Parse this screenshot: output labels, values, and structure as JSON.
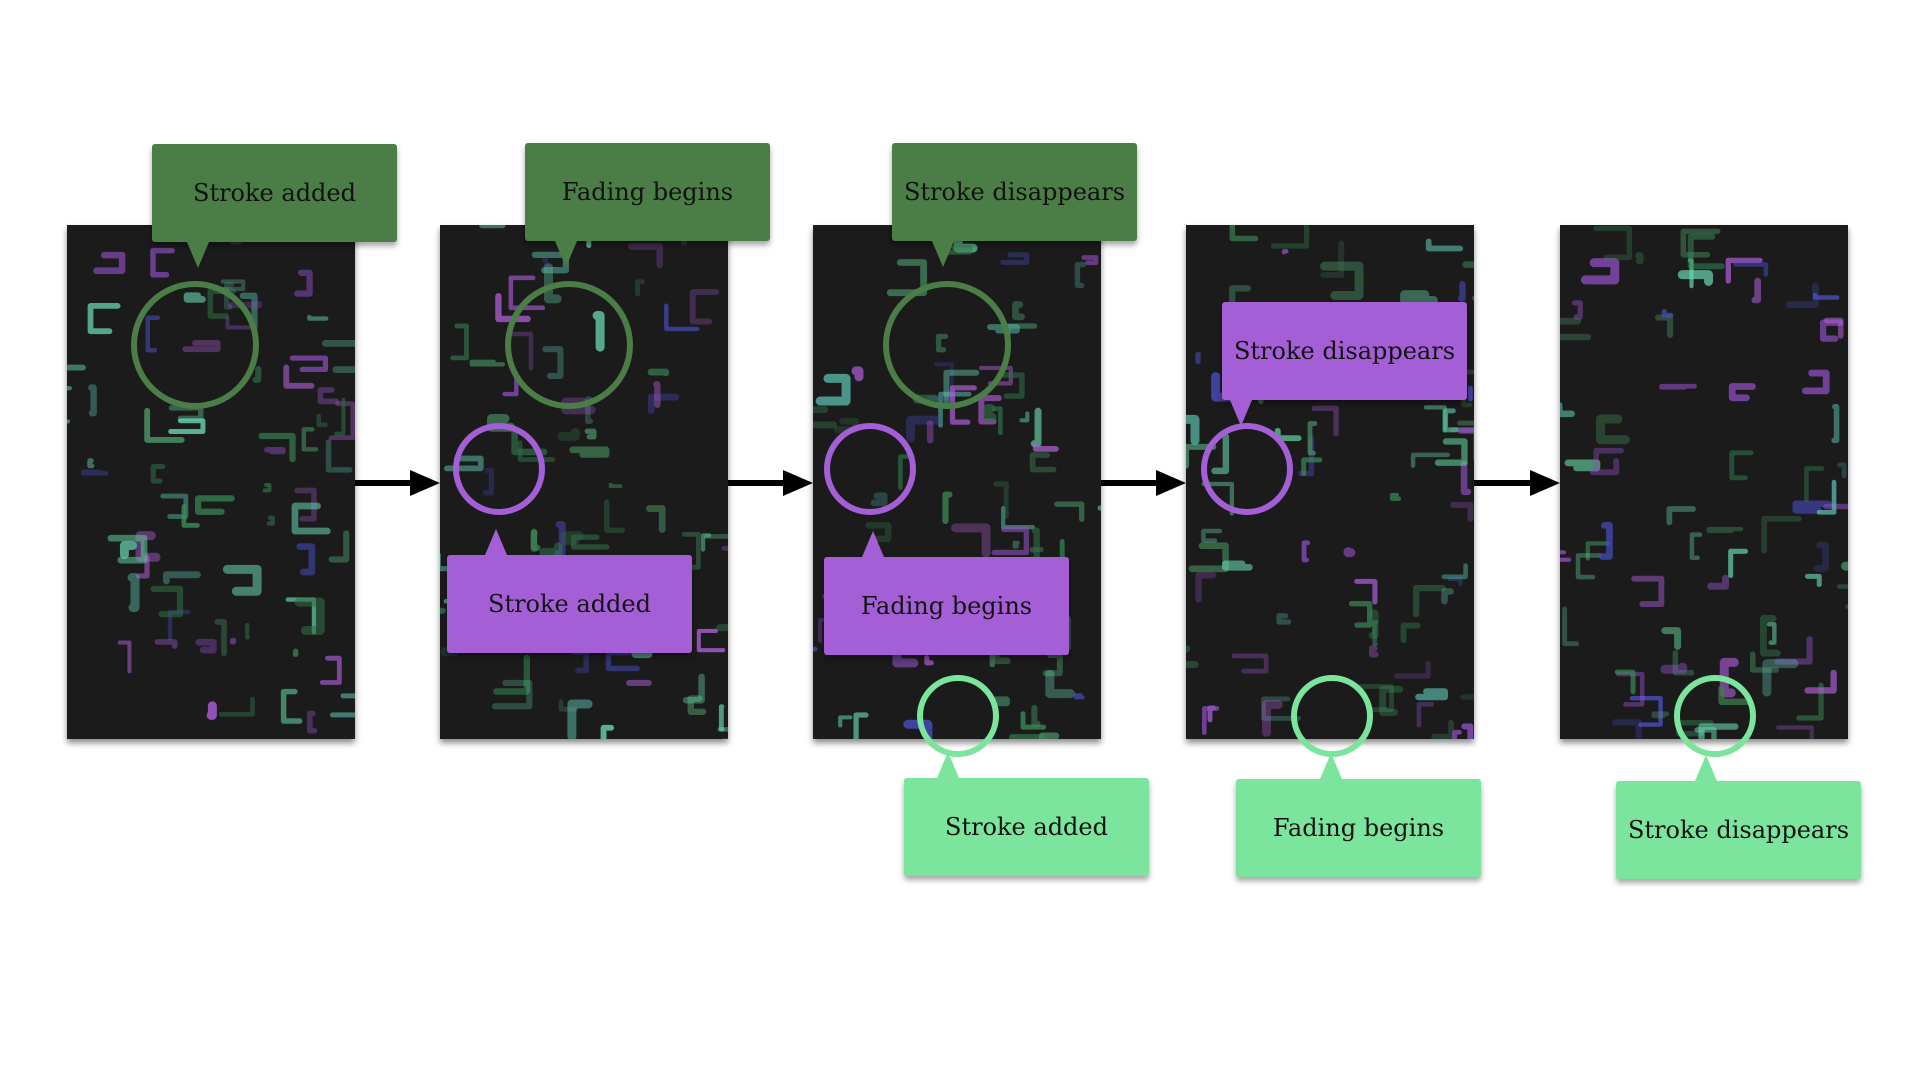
{
  "panels": [
    {
      "name": "frame-1"
    },
    {
      "name": "frame-2"
    },
    {
      "name": "frame-3"
    },
    {
      "name": "frame-4"
    },
    {
      "name": "frame-5"
    }
  ],
  "colors": {
    "dark_green": "#4b7d46",
    "purple": "#a55fd6",
    "light_green": "#7be59d",
    "panel_bg": "#1b1b1b"
  },
  "callouts": {
    "dark_1": "Stroke added",
    "dark_2": "Fading begins",
    "dark_3": "Stroke disappears",
    "purple_1": "Stroke added",
    "purple_2": "Fading begins",
    "purple_3": "Stroke disappears",
    "light_1": "Stroke added",
    "light_2": "Fading begins",
    "light_3": "Stroke disappears"
  }
}
